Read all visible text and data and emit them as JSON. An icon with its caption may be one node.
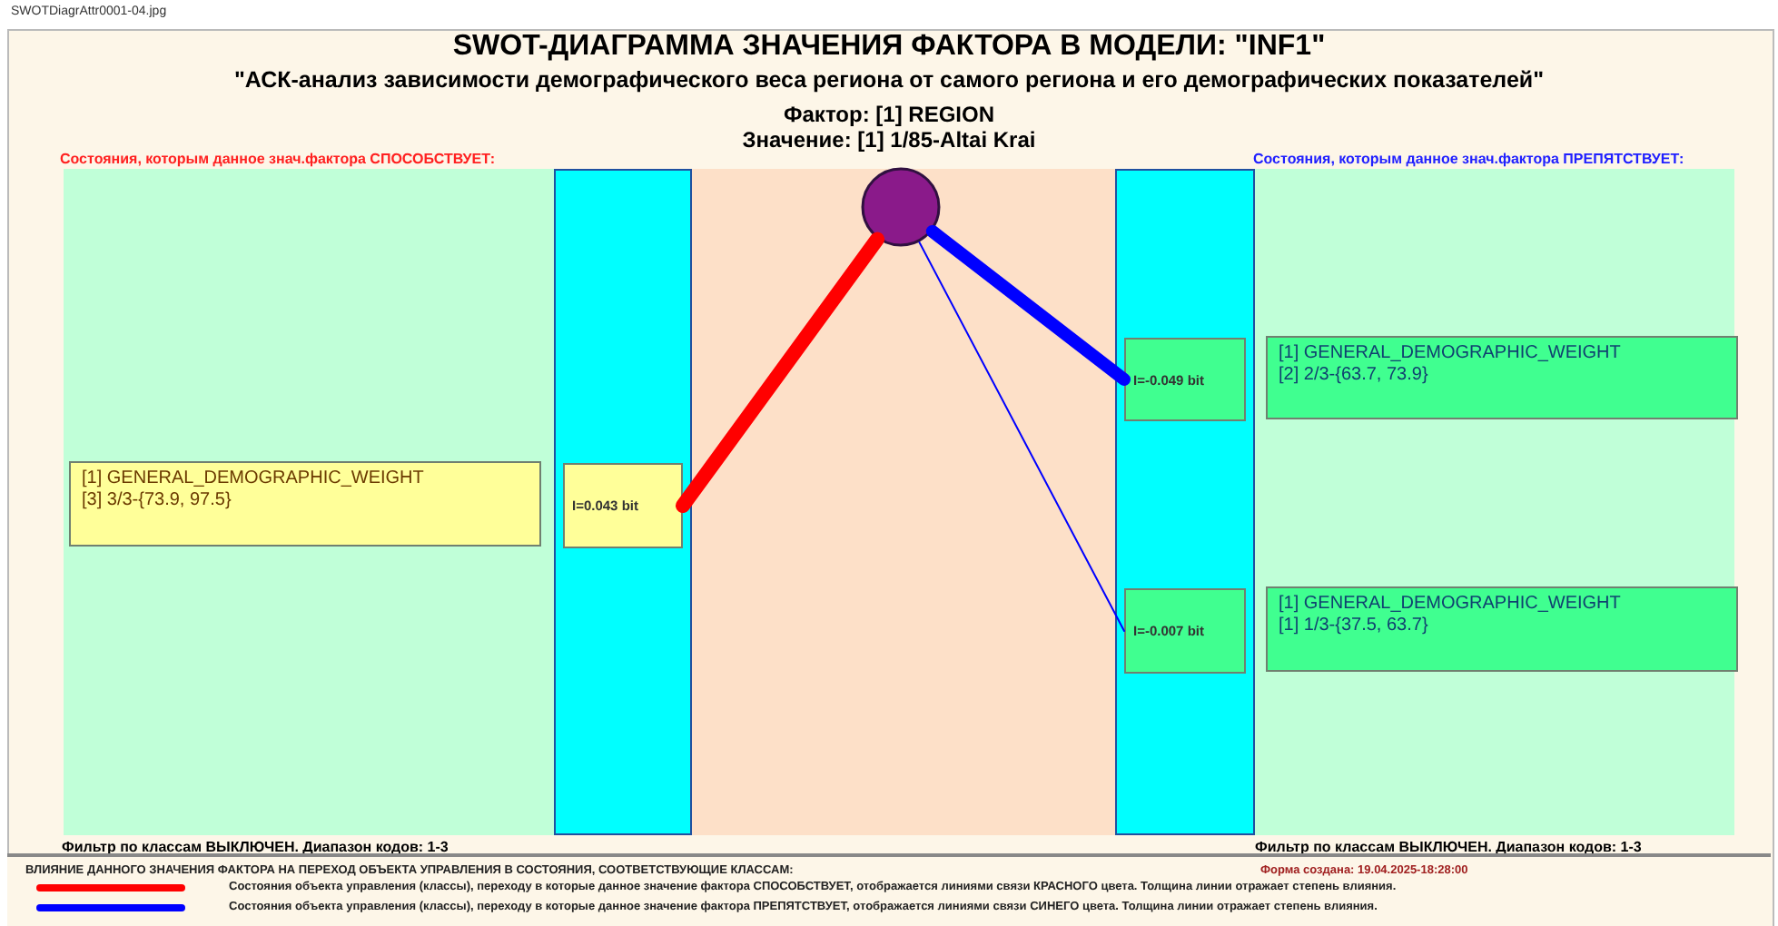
{
  "diagram": {
    "title": "SWOT-ДИАГРАММА ЗНАЧЕНИЯ ФАКТОРА В МОДЕЛИ: \"INF1\"",
    "nodes": [
      {
        "text": [],
        "shape": "circle"
      },
      {
        "text": [
          "[1] GENERAL_DEMOGRAPHIC_WEIGHT",
          "[3] 3/3-{73.9, 97.5}"
        ]
      },
      {
        "text": [],
        "shape": "bar"
      },
      {
        "text": [
          "I=0.043 bit"
        ],
        "in": 2
      },
      {
        "text": [],
        "shape": "bar"
      },
      {
        "text": [
          "I=-0.049 bit"
        ],
        "in": 4
      },
      {
        "text": [
          "I=-0.007 bit"
        ],
        "in": 4
      },
      {
        "text": [
          "[1] GENERAL_DEMOGRAPHIC_WEIGHT",
          "[2] 2/3-{63.7, 73.9}"
        ]
      },
      {
        "text": [
          "[1] GENERAL_DEMOGRAPHIC_WEIGHT",
          "[1] 1/3-{37.5, 63.7}"
        ]
      }
    ],
    "edges": [
      {
        "from": 0,
        "to": 3,
        "arrow": "none",
        "color": "#ff0000"
      },
      {
        "from": 0,
        "to": 5,
        "arrow": "none"
      },
      {
        "from": 0,
        "to": 6,
        "arrow": "none"
      }
    ],
    "labels": [
      "SWOTDiagrAttr0001-04.jpg",
      "\"АСК-анализ зависимости демографического веса региона от самого региона и его демографических показателей\"",
      "Фактор: [1] REGION",
      "Значение: [1] 1/85-Altai Krai",
      "Состояния, которым данное знач.фактора СПОСОБСТВУЕТ:",
      "Состояния, которым данное знач.фактора ПРЕПЯТСТВУЕТ:",
      "Фильтр по классам ВЫКЛЮЧЕН. Диапазон кодов: 1-3",
      "Фильтр по классам ВЫКЛЮЧЕН. Диапазон кодов: 1-3",
      "ВЛИЯНИЕ ДАННОГО ЗНАЧЕНИЯ ФАКТОРА НА ПЕРЕХОД ОБЪЕКТА УПРАВЛЕНИЯ В СОСТОЯНИЯ, СООТВЕТСТВУЮЩИЕ КЛАССАМ:",
      "Форма создана: 19.04.2025-18:28:00"
    ],
    "legend": [
      {
        "text": "Состояния объекта управления (классы), переходу в которые данное значение фактора СПОСОБСТВУЕТ, отображается линиями связи КРАСНОГО цвета. Толщина линии отражает степень влияния."
      },
      {
        "text": "Состояния объекта управления (классы), переходу в которые данное значение фактора ПРЕПЯТСТВУЕТ, отображается линиями связи СИНЕГО цвета. Толщина линии отражает степень влияния."
      }
    ]
  }
}
